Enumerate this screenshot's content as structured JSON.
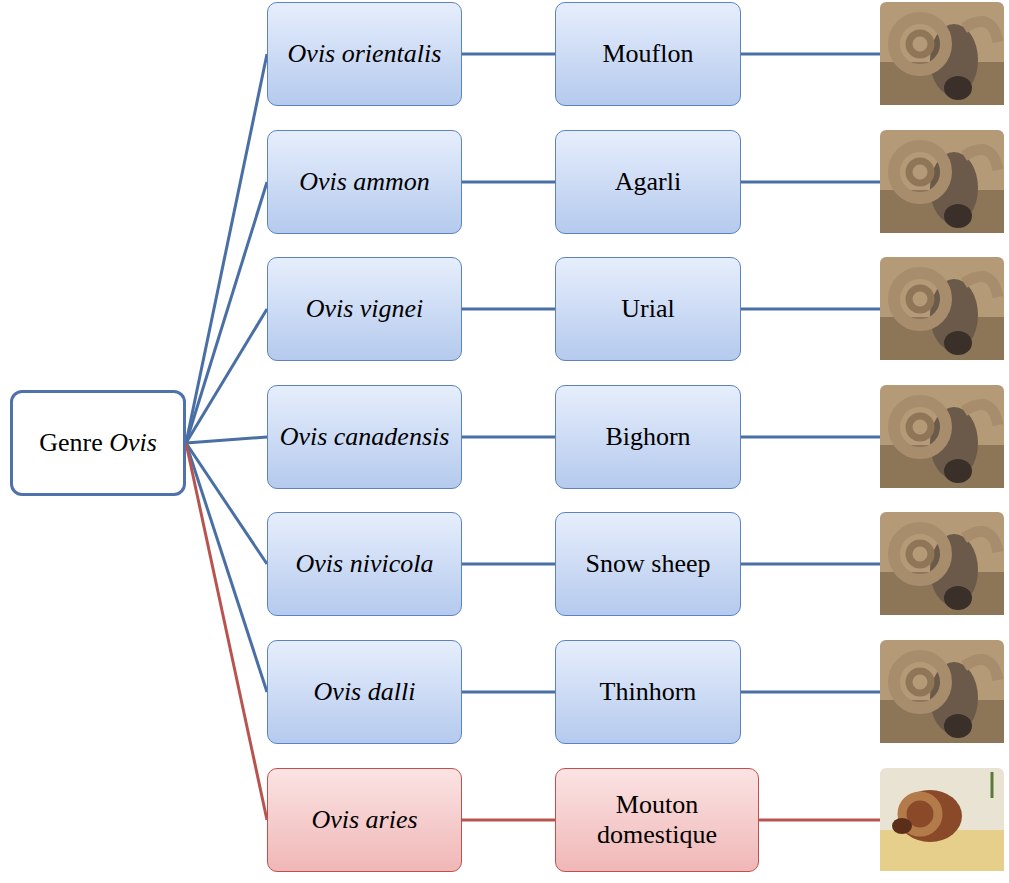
{
  "diagram": {
    "nodes": [
      {
        "text": [
          "Genre Ovis"
        ]
      },
      {
        "text": [
          "Ovis orientalis"
        ]
      },
      {
        "text": [
          "Mouflon"
        ]
      },
      {
        "text": [
          "Ovis ammon"
        ]
      },
      {
        "text": [
          "Agarli"
        ]
      },
      {
        "text": [
          "Ovis vignei"
        ]
      },
      {
        "text": [
          "Urial"
        ]
      },
      {
        "text": [
          "Ovis canadensis"
        ]
      },
      {
        "text": [
          "Bighorn"
        ]
      },
      {
        "text": [
          "Ovis nivicola"
        ]
      },
      {
        "text": [
          "Snow sheep"
        ]
      },
      {
        "text": [
          "Ovis dalli"
        ]
      },
      {
        "text": [
          "Thinhorn"
        ]
      },
      {
        "text": [
          "Ovis aries"
        ]
      },
      {
        "text": [
          "Mouton domestique"
        ]
      }
    ],
    "edges": [
      {
        "from": 0,
        "to": 1,
        "arrow": "none"
      },
      {
        "from": 0,
        "to": 3,
        "arrow": "none"
      },
      {
        "from": 0,
        "to": 5,
        "arrow": "none"
      },
      {
        "from": 0,
        "to": 7,
        "arrow": "none"
      },
      {
        "from": 0,
        "to": 9,
        "arrow": "none"
      },
      {
        "from": 0,
        "to": 11,
        "arrow": "none"
      },
      {
        "from": 0,
        "to": 13,
        "arrow": "none"
      },
      {
        "from": 1,
        "to": 2,
        "arrow": "none"
      },
      {
        "from": 3,
        "to": 4,
        "arrow": "none"
      },
      {
        "from": 5,
        "to": 6,
        "arrow": "none"
      },
      {
        "from": 7,
        "to": 8,
        "arrow": "none"
      },
      {
        "from": 9,
        "to": 10,
        "arrow": "none"
      },
      {
        "from": 11,
        "to": 12,
        "arrow": "none"
      },
      {
        "from": 13,
        "to": 14,
        "arrow": "none"
      }
    ]
  }
}
